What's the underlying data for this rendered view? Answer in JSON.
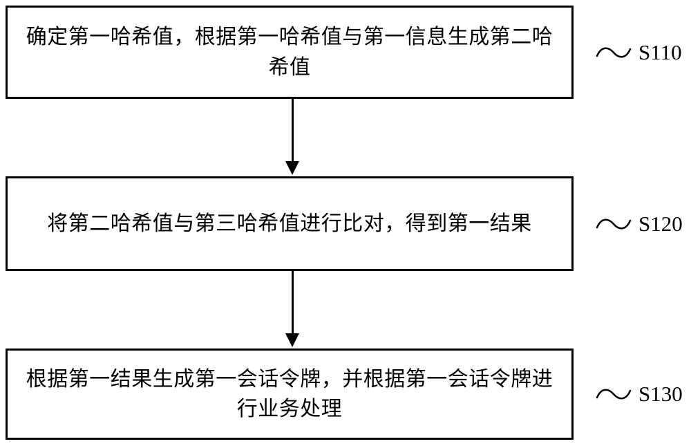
{
  "diagram": {
    "type": "flowchart",
    "direction": "top-down",
    "steps": [
      {
        "text": "确定第一哈希值，根据第一哈希值与第一信息生成第二哈希值",
        "label": "S110"
      },
      {
        "text": "将第二哈希值与第三哈希值进行比对，得到第一结果",
        "label": "S120"
      },
      {
        "text": "根据第一结果生成第一会话令牌，并根据第一会话令牌进行业务处理",
        "label": "S130"
      }
    ],
    "colors": {
      "stroke": "#000000",
      "background": "#ffffff",
      "text": "#000000"
    }
  }
}
